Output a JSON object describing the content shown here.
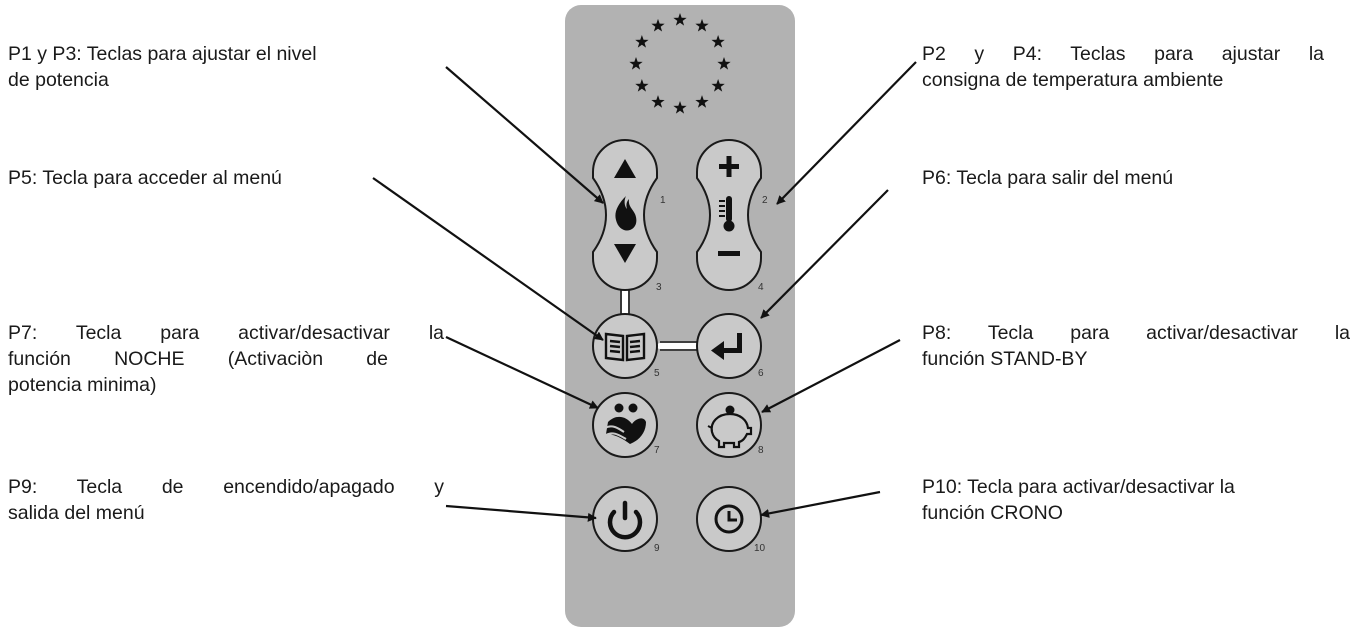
{
  "labels": {
    "p1_p3": [
      "P1 y P3: Teclas para ajustar el nivel",
      "de potencia"
    ],
    "p2_p4": [
      "P2 y P4: Teclas para ajustar la",
      "consigna de temperatura ambiente"
    ],
    "p5": [
      "P5: Tecla para acceder al menú"
    ],
    "p6": [
      "P6: Tecla para salir del menú"
    ],
    "p7": [
      "P7: Tecla para activar/desactivar la",
      "función NOCHE (Activaciòn de",
      "potencia minima)"
    ],
    "p8": [
      "P8: Tecla para activar/desactivar la",
      "función STAND-BY"
    ],
    "p9": [
      "P9: Tecla de encendido/apagado y",
      "salida del menú"
    ],
    "p10": [
      "P10: Tecla para activar/desactivar la",
      "función CRONO"
    ]
  },
  "remote": {
    "button_numbers": [
      "1",
      "2",
      "3",
      "4",
      "5",
      "6",
      "7",
      "8",
      "9",
      "10"
    ],
    "icons": {
      "button_1": "arrow-up-icon",
      "button_3": "arrow-down-icon",
      "flame": "flame-icon",
      "button_2": "plus-icon",
      "thermometer": "thermometer-icon",
      "button_4": "minus-icon",
      "button_5": "book-menu-icon",
      "button_6": "enter-return-icon",
      "button_7": "night-mode-icon",
      "button_8": "piggy-bank-icon",
      "button_9": "power-icon",
      "button_10": "clock-icon"
    },
    "colors": {
      "body": "#b2b2b2",
      "button": "#c9c9c9",
      "outline": "#1a1a1a"
    }
  }
}
